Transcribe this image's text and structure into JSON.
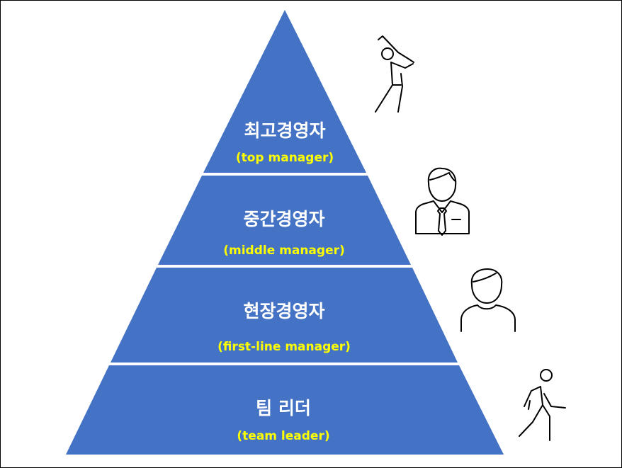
{
  "colors": {
    "pyramid_fill": "#4472c4",
    "divider": "#ffffff",
    "korean_text": "#ffffff",
    "english_text": "#ffff00",
    "icon_stroke": "#000000"
  },
  "levels": [
    {
      "korean": "최고경영자",
      "english": "(top manager)",
      "icon": "golfer-icon"
    },
    {
      "korean": "중간경영자",
      "english": "(middle manager)",
      "icon": "businessman-icon"
    },
    {
      "korean": "현장경영자",
      "english": "(first-line manager)",
      "icon": "person-icon"
    },
    {
      "korean": "팀 리더",
      "english": "(team leader)",
      "icon": "walking-person-icon"
    }
  ]
}
